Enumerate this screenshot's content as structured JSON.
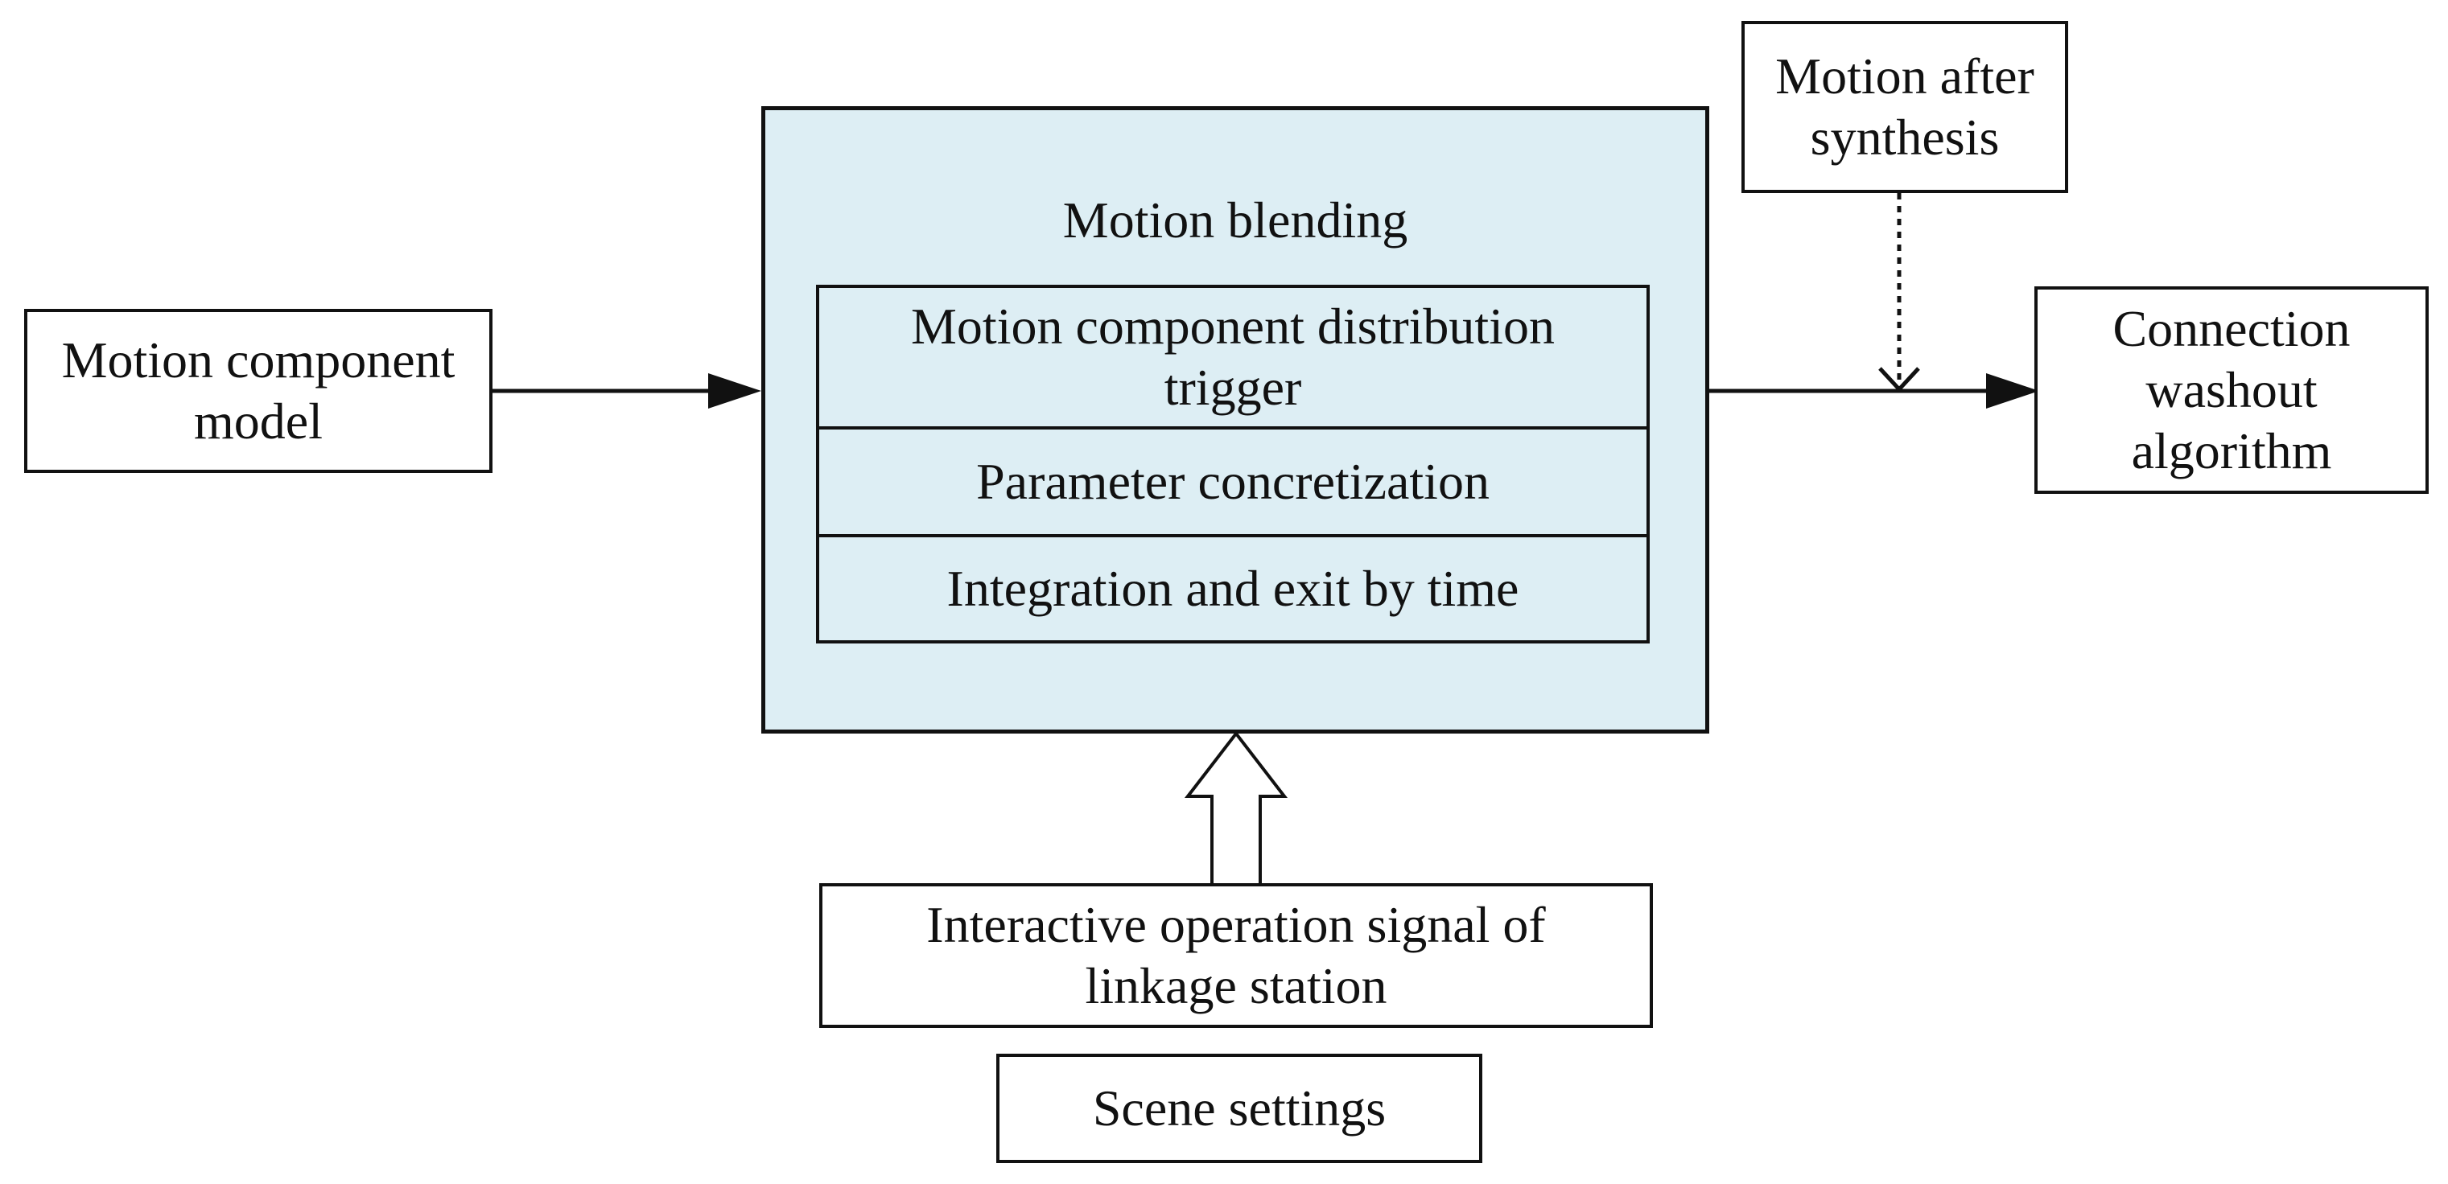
{
  "colors": {
    "blend_fill": "#ddeef4",
    "stroke": "#111111",
    "box_fill": "#ffffff"
  },
  "nodes": {
    "motion_component_model": "Motion component\nmodel",
    "motion_blending": "Motion blending",
    "distribution_trigger": "Motion component distribution\ntrigger",
    "parameter_concretization": "Parameter concretization",
    "integration_exit": "Integration and exit by time",
    "motion_after_synthesis": "Motion after\nsynthesis",
    "connection_washout": "Connection\nwashout\nalgorithm",
    "interactive_signal": "Interactive operation signal of\nlinkage station",
    "scene_settings": "Scene settings"
  },
  "edges": [
    {
      "from": "motion_component_model",
      "to": "motion_blending",
      "style": "solid"
    },
    {
      "from": "motion_blending",
      "to": "connection_washout",
      "style": "solid"
    },
    {
      "from": "motion_after_synthesis",
      "to": "connection_washout",
      "style": "dotted"
    },
    {
      "from": "interactive_signal",
      "to": "motion_blending",
      "style": "hollow-block"
    }
  ]
}
